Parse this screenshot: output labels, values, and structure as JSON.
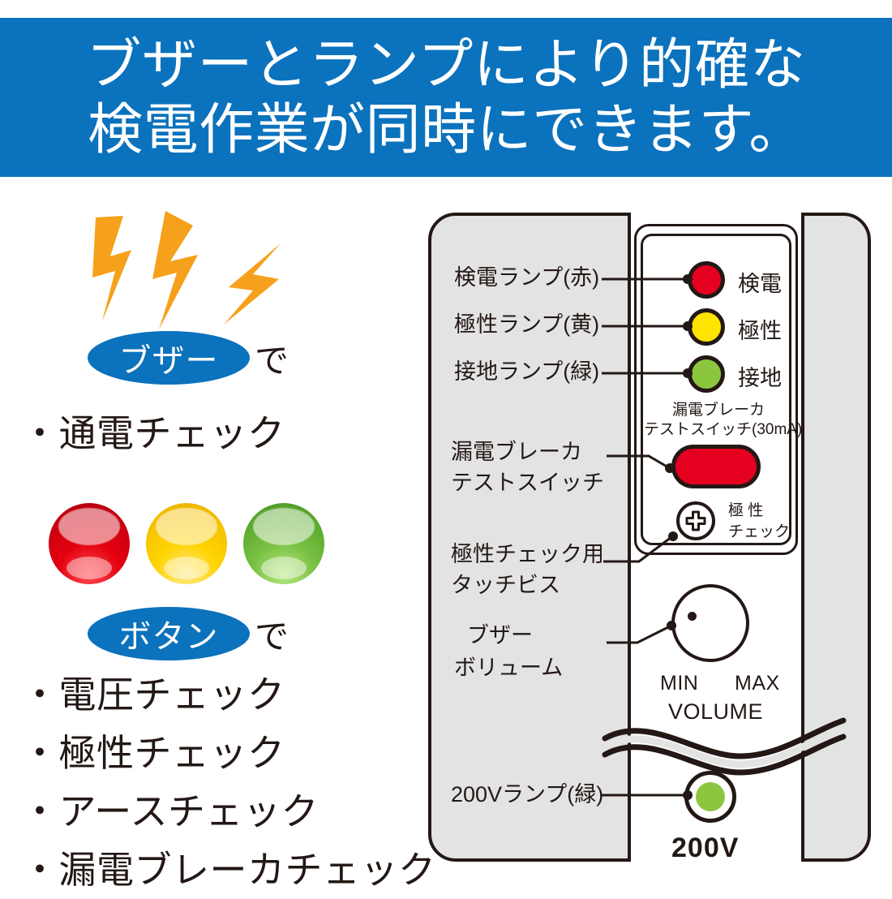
{
  "colors": {
    "brand_blue": "#0b72bd",
    "bolt_orange": "#f5a11b",
    "led_red": "#e60020",
    "led_yellow": "#ffe400",
    "led_green": "#8cc63e",
    "panel_gray": "#e3e3e3",
    "outline": "#231815",
    "switch_red": "#e60020"
  },
  "banner": {
    "line1": "ブザーとランプにより的確な",
    "line2": "検電作業が同時にできます。"
  },
  "left": {
    "buzzer": {
      "badge": "ブザー",
      "suffix": "で",
      "bullets": [
        "・通電チェック"
      ],
      "icon": "lightning-bolts"
    },
    "button": {
      "badge": "ボタン",
      "suffix": "で",
      "lamps": [
        {
          "name": "red-lamp",
          "color": "#e60020"
        },
        {
          "name": "yellow-lamp",
          "color": "#ffd400"
        },
        {
          "name": "green-lamp",
          "color": "#7ac143"
        }
      ],
      "bullets": [
        "・電圧チェック",
        "・極性チェック",
        "・アースチェック",
        "・漏電ブレーカチェック"
      ]
    }
  },
  "device": {
    "leds": [
      {
        "callout": "検電ランプ(赤)",
        "face_label": "検電",
        "color": "#e60020",
        "name": "voltage-detect-lamp"
      },
      {
        "callout": "極性ランプ(黄)",
        "face_label": "極性",
        "color": "#ffe400",
        "name": "polarity-lamp"
      },
      {
        "callout": "接地ランプ(緑)",
        "face_label": "接地",
        "color": "#8cc63e",
        "name": "ground-lamp"
      }
    ],
    "test_switch": {
      "callout_line1": "漏電ブレーカ",
      "callout_line2": "テストスイッチ",
      "face_caption_line1": "漏電ブレーカ",
      "face_caption_line2": "テストスイッチ(30mA)"
    },
    "touch_screw": {
      "callout_line1": "極性チェック用",
      "callout_line2": "タッチビス",
      "face_label_line1": "極 性",
      "face_label_line2": "チェック"
    },
    "volume": {
      "callout_line1": "ブザー",
      "callout_line2": "ボリューム",
      "min_label": "MIN",
      "max_label": "MAX",
      "volume_label": "VOLUME"
    },
    "lamp_200v": {
      "callout": "200Vランプ(緑)",
      "face_label": "200V",
      "color": "#8cc63e"
    }
  }
}
